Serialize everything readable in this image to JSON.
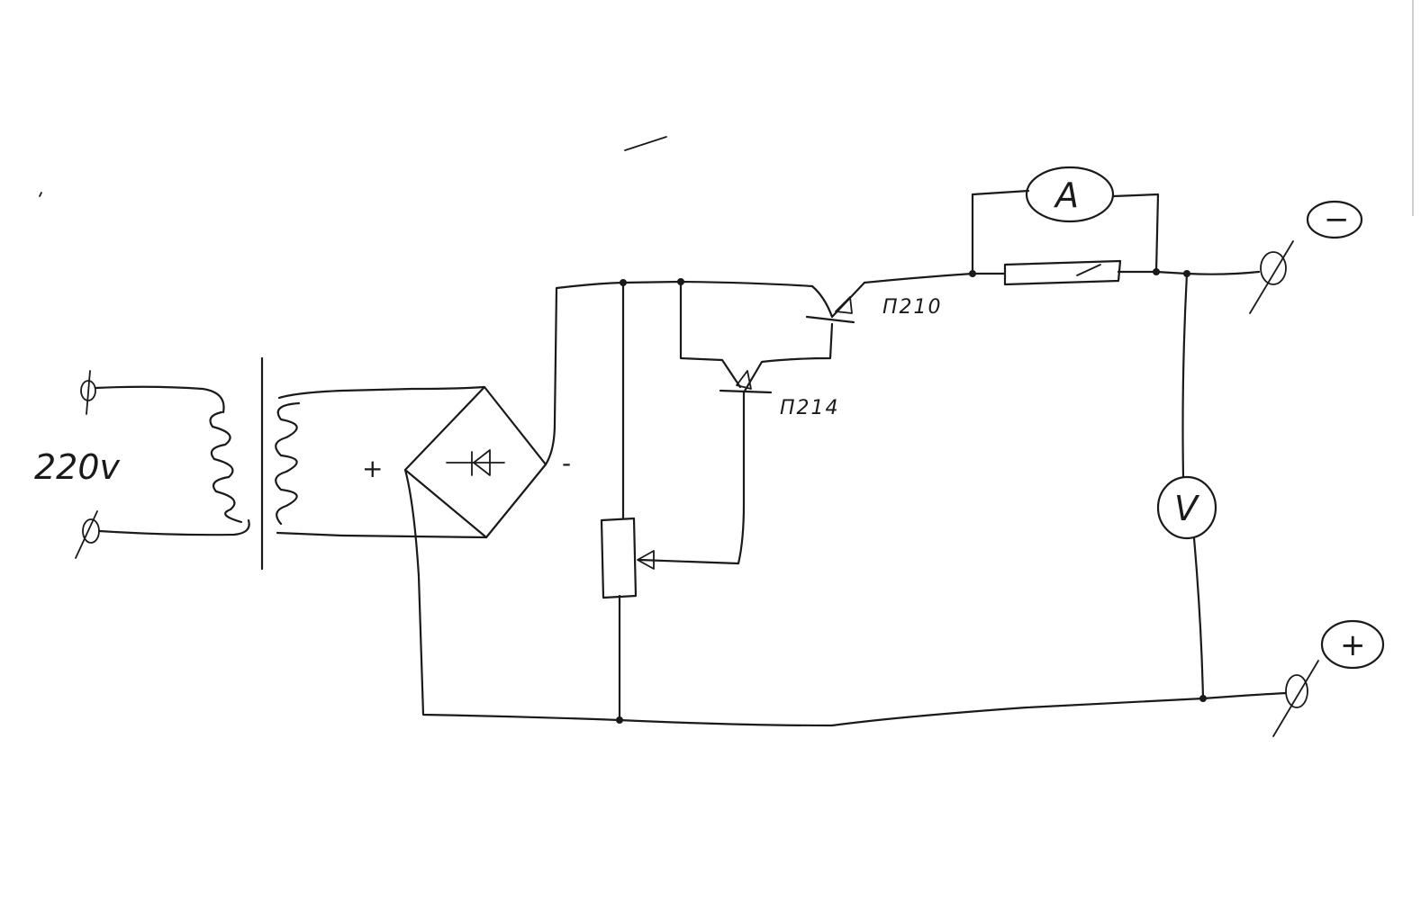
{
  "diagram": {
    "input_voltage_label": "220v",
    "bridge_plus_label": "+",
    "bridge_minus_label": "-",
    "transistor_1_label": "П210",
    "transistor_2_label": "П214",
    "ammeter_label": "A",
    "voltmeter_label": "V",
    "terminal_negative_label": "−",
    "terminal_positive_label": "+"
  }
}
